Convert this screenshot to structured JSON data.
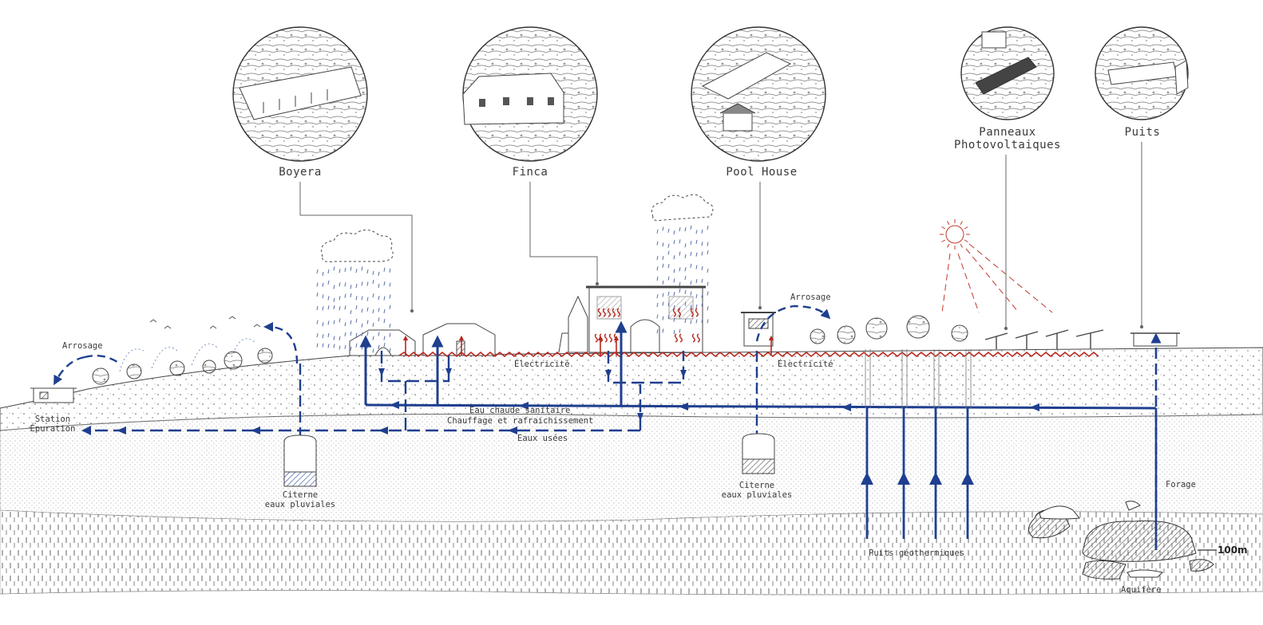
{
  "callouts": {
    "boyera": "Boyera",
    "finca": "Finca",
    "pool_house": "Pool House",
    "panneaux_line1": "Panneaux",
    "panneaux_line2": "Photovoltaiques",
    "puits": "Puits"
  },
  "labels": {
    "arrosage_left": "Arrosage",
    "arrosage_right": "Arrosage",
    "station_line1": "Station",
    "station_line2": "Épuration",
    "electricite_left": "Électricité",
    "electricite_right": "Électricité",
    "eau_chaude": "Eau chaude sanitaire",
    "chauffage": "Chauffage et rafraichissement",
    "eaux_usees": "Eaux usées",
    "citerne_left_line1": "Citerne",
    "citerne_left_line2": "eaux pluviales",
    "citerne_right_line1": "Citerne",
    "citerne_right_line2": "eaux pluviales",
    "forage": "Forage",
    "puits_geo": "Puits géothermiques",
    "aquifere": "Aquifère",
    "depth": "100m"
  },
  "colors": {
    "water_blue": "#1f3f8f",
    "electric_red": "#b8281f",
    "solar_red": "#c0392b",
    "ink": "#4a4a4a"
  }
}
